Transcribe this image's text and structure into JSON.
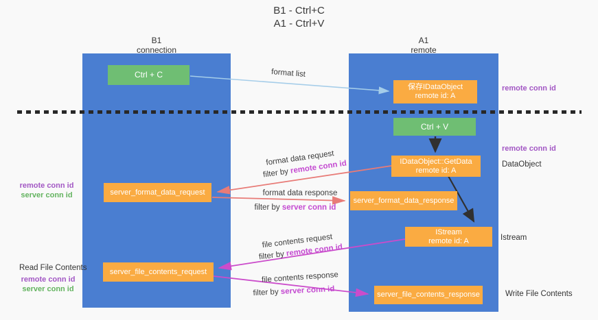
{
  "title": {
    "line1": "B1 - Ctrl+C",
    "line2": "A1 - Ctrl+V"
  },
  "lifelines": {
    "b1": {
      "name": "B1",
      "subtitle": "connection"
    },
    "a1": {
      "name": "A1",
      "subtitle": "remote"
    }
  },
  "boxes": {
    "ctrl_c": {
      "label": "Ctrl + C"
    },
    "ctrl_v": {
      "label": "Ctrl + V"
    },
    "save_idataobject": {
      "line1": "保存IDataObject",
      "line2": "remote id: A"
    },
    "getdata": {
      "line1": "IDataObject::GetData",
      "line2": "remote id: A"
    },
    "istream": {
      "line1": "IStream",
      "line2": "remote id: A"
    },
    "server_format_data_request": {
      "label": "server_format_data_request"
    },
    "server_format_data_response": {
      "label": "server_format_data_response"
    },
    "server_file_contents_request": {
      "label": "server_file_contents_request"
    },
    "server_file_contents_response": {
      "label": "server_file_contents_response"
    }
  },
  "arrows": {
    "format_list": {
      "label": "format list"
    },
    "format_data_request": {
      "label": "format data request",
      "filter_prefix": "filter by ",
      "filter_key": "remote conn id"
    },
    "format_data_response": {
      "label": "format data response",
      "filter_prefix": "filter by ",
      "filter_key": "server conn id"
    },
    "file_contents_request": {
      "label": "file contents request",
      "filter_prefix": "filter by ",
      "filter_key": "remote conn id"
    },
    "file_contents_response": {
      "label": "file contents response",
      "filter_prefix": "filter by ",
      "filter_key": "server conn id"
    }
  },
  "side_labels": {
    "right_remote_conn_id_1": "remote conn id",
    "right_remote_conn_id_2": "remote conn id",
    "dataobject": "DataObject",
    "istream": "Istream",
    "write_file_contents": "Write File Contents",
    "read_file_contents": "Read File Contents",
    "left_pair1": {
      "remote": "remote conn id",
      "server": "server conn id"
    },
    "left_pair2": {
      "remote": "remote conn id",
      "server": "server conn id"
    }
  },
  "colors": {
    "background": "#f9f9f9",
    "lifeline_blue": "#4a7ed1",
    "box_orange": "#faab42",
    "box_green": "#6fbe73",
    "label_purple": "#a257c4",
    "label_green": "#63b35f",
    "label_magenta": "#c44bd1",
    "arrow_salmon": "#e87b77",
    "arrow_light_blue": "#a5cde9",
    "arrow_black": "#333333",
    "arrow_magenta": "#cb4ccb",
    "dashed_line": "#282828"
  }
}
